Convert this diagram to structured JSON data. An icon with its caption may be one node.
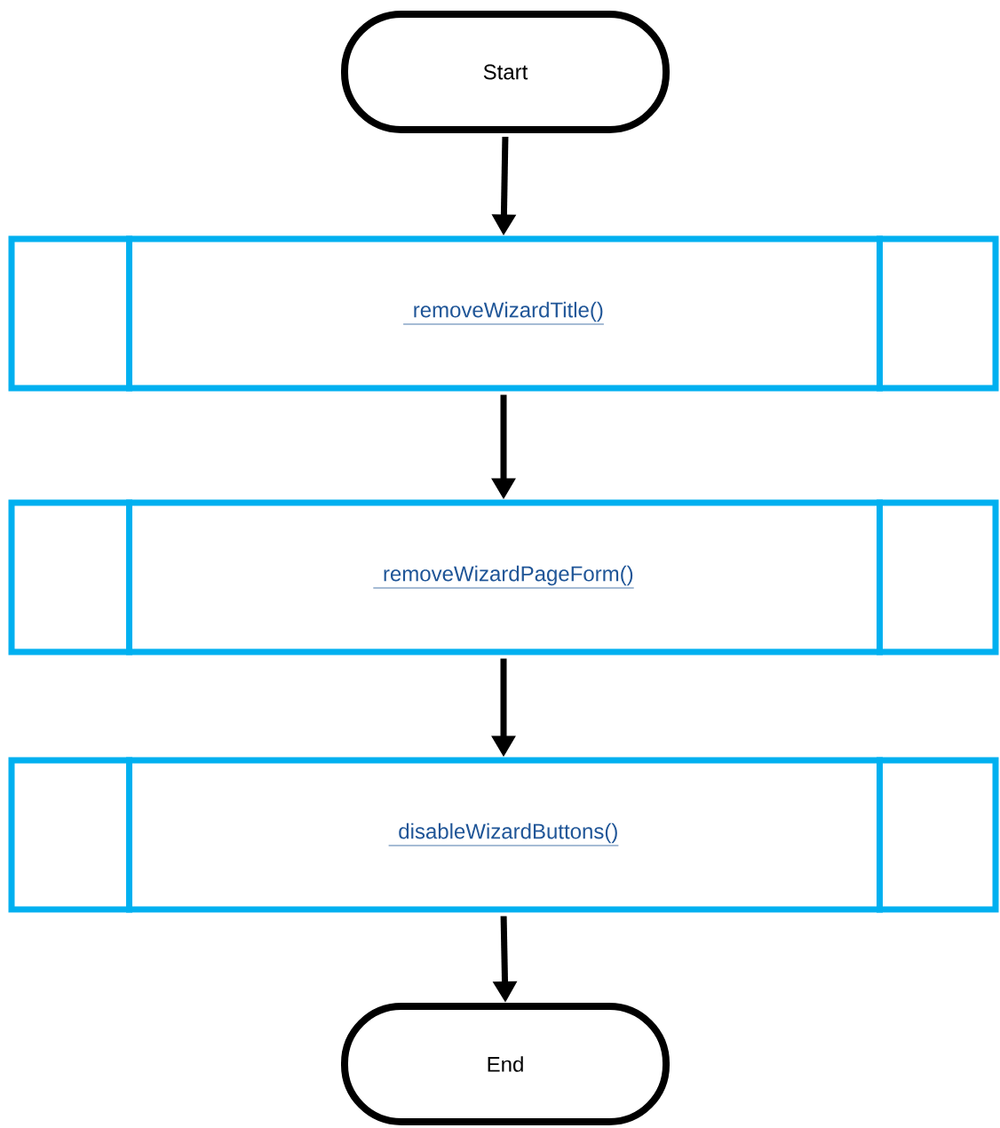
{
  "diagram": {
    "nodes": [
      {
        "text": [
          "Start"
        ]
      },
      {
        "text": [
          "removeWizardTitle()"
        ]
      },
      {
        "text": [
          "removeWizardPageForm()"
        ]
      },
      {
        "text": [
          "disableWizardButtons()"
        ]
      },
      {
        "text": [
          "End"
        ]
      }
    ],
    "edges": [
      {
        "from": 0,
        "to": 1,
        "arrow": "to"
      },
      {
        "from": 1,
        "to": 2,
        "arrow": "to"
      },
      {
        "from": 2,
        "to": 3,
        "arrow": "to"
      },
      {
        "from": 3,
        "to": 4,
        "arrow": "to"
      }
    ]
  }
}
